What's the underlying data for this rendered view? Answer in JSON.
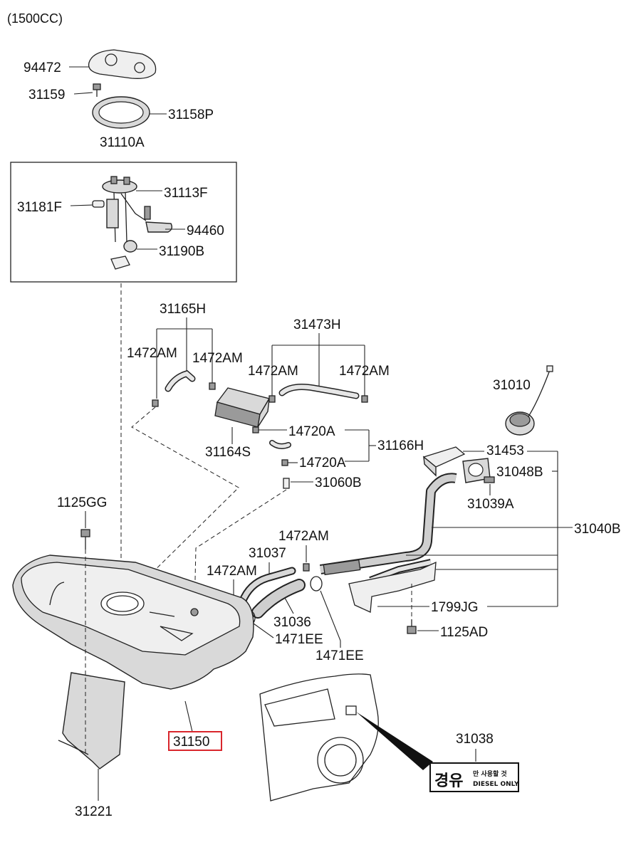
{
  "header": {
    "engine": "(1500CC)"
  },
  "labels": {
    "p94472": "94472",
    "p31159": "31159",
    "p31158P": "31158P",
    "p31110A": "31110A",
    "p31113F": "31113F",
    "p31181F": "31181F",
    "p94460": "94460",
    "p31190B": "31190B",
    "p31165H": "31165H",
    "p1472AM_a": "1472AM",
    "p1472AM_b": "1472AM",
    "p31473H": "31473H",
    "p1472AM_c": "1472AM",
    "p1472AM_d": "1472AM",
    "p31010": "31010",
    "p14720A_a": "14720A",
    "p31164S": "31164S",
    "p31166H": "31166H",
    "p14720A_b": "14720A",
    "p31453": "31453",
    "p31048B": "31048B",
    "p31060B": "31060B",
    "p31039A": "31039A",
    "p1125GG": "1125GG",
    "p31040B": "31040B",
    "p1472AM_e": "1472AM",
    "p31037": "31037",
    "p1472AM_f": "1472AM",
    "p31036": "31036",
    "p1799JG": "1799JG",
    "p1471EE_a": "1471EE",
    "p1125AD": "1125AD",
    "p1471EE_b": "1471EE",
    "p31150": "31150",
    "p31038": "31038",
    "p31221": "31221"
  },
  "decal": {
    "main": "경유",
    "line1": "만 사용할 것",
    "line2": "DIESEL ONLY"
  },
  "highlight": {
    "color": "#d9262c",
    "part": "31150"
  }
}
